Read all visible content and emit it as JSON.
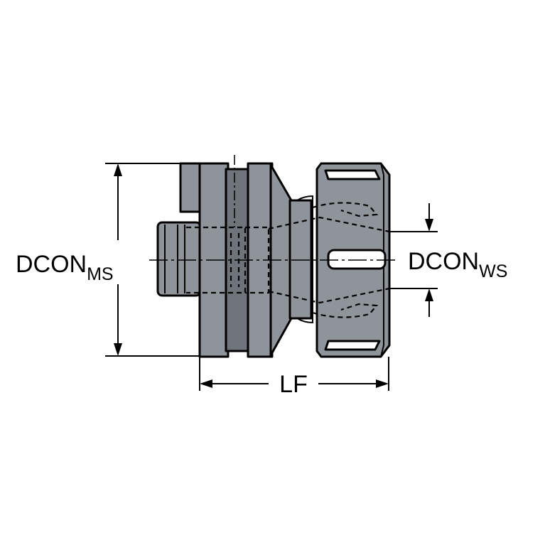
{
  "labels": {
    "dcon_ms": {
      "main": "DCON",
      "sub": "MS"
    },
    "dcon_ws": {
      "main": "DCON",
      "sub": "WS"
    },
    "lf": "LF"
  },
  "colors": {
    "body": "#8f949b",
    "body_dark": "#6f747b",
    "line": "#000000",
    "background": "#ffffff"
  }
}
